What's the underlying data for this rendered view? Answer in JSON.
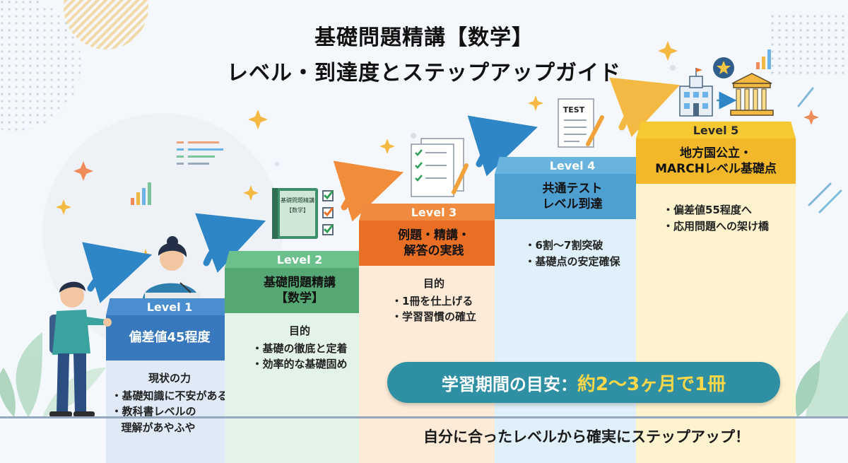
{
  "title": {
    "line1": "基礎問題精講【数学】",
    "line2": "レベル・到達度とステップアップガイド"
  },
  "steps": [
    {
      "level": "Level 1",
      "name": [
        "偏差値45程度"
      ],
      "body_title": "現状の力",
      "items": [
        "・基礎知識に不安がある",
        "・教科書レベルの",
        "理解があやふや"
      ]
    },
    {
      "level": "Level 2",
      "name": [
        "基礎問題精講",
        "【数学】"
      ],
      "body_title": "目的",
      "items": [
        "・基礎の徹底と定着",
        "・効率的な基礎固め"
      ]
    },
    {
      "level": "Level 3",
      "name": [
        "例題・精講・",
        "解答の実践"
      ],
      "body_title": "目的",
      "items": [
        "・1冊を仕上げる",
        "・学習習慣の確立"
      ]
    },
    {
      "level": "Level 4",
      "name": [
        "共通テスト",
        "レベル到達"
      ],
      "body_title": "",
      "items": [
        "・6割〜7割突破",
        "・基礎点の安定確保"
      ]
    },
    {
      "level": "Level 5",
      "name": [
        "地方国公立・",
        "MARCHレベル基礎点"
      ],
      "body_title": "",
      "items": [
        "・偏差値55程度へ",
        "・応用問題への架け橋"
      ]
    }
  ],
  "book_cover": {
    "title": "基礎問題精講",
    "subtitle": "【数学】"
  },
  "test_paper_label": "TEST",
  "period": {
    "label": "学習期間の目安：",
    "value": "約2〜3ヶ月で1冊"
  },
  "footer": "自分に合ったレベルから確実にステップアップ！",
  "colors": {
    "level1": "#3878bd",
    "level2": "#55a874",
    "level3": "#e86f24",
    "level4": "#4fa0d2",
    "level5": "#f2b82a",
    "period_pill": "#2f8fa3",
    "arrow": "#2f86c6"
  }
}
